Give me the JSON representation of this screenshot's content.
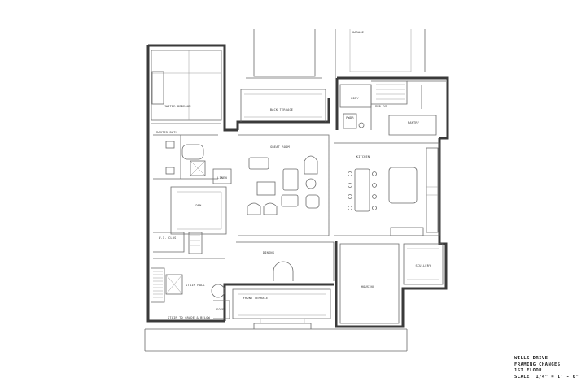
{
  "rooms": {
    "garage": "GARAGE",
    "master_bedroom": "MASTER BEDROOM",
    "master_bath": "MASTER BATH",
    "rear_terrace": "BACK TERRACE",
    "laundry": "LDRY",
    "mud_room": "MUD RM",
    "powder": "PWDR",
    "pantry": "PANTRY",
    "great_room": "GREAT ROOM",
    "kitchen": "KITCHEN",
    "linen": "LINEN",
    "den": "DEN",
    "wic": "W.I. CLOS.",
    "dining": "DINING",
    "scullery": "SCULLERY",
    "stair_hall": "STAIR HALL",
    "foyer": "FOYER",
    "front_terrace": "FRONT TERRACE",
    "housing": "HOUSING"
  },
  "notes": {
    "stair_note": "STAIR TO GRADE & BELOW"
  },
  "title_block": {
    "project": "WILLS DRIVE",
    "subject": "FRAMING CHANGES",
    "floor": "1ST FLOOR",
    "scale": "SCALE: 1/4\" = 1' - 0\""
  }
}
